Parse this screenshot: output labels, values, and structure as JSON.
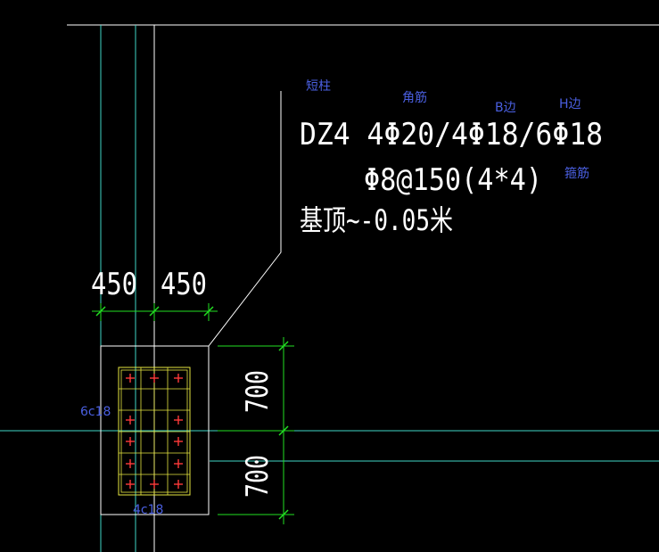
{
  "annotations": {
    "short_column": "短柱",
    "corner_bar": "角筋",
    "b_side": "B边",
    "h_side": "H边",
    "stirrup": "箍筋",
    "side_bars": "6c18",
    "bottom_bars": "4c18"
  },
  "column_label": {
    "line1": "DZ4   4Φ20/4Φ18/6Φ18",
    "line2": "Φ8@150(4*4)",
    "line3": "基顶~-0.05米"
  },
  "dimensions": {
    "top_left": "450",
    "top_right": "450",
    "right_upper": "700",
    "right_lower": "700"
  },
  "colors": {
    "background": "#000000",
    "axis_cyan": "#3fd6c6",
    "dim_green": "#22e022",
    "rebar_yellow": "#e6e640",
    "rebar_red": "#ff3a3a",
    "note_blue": "#4a5fe0",
    "text_white": "#ffffff"
  }
}
